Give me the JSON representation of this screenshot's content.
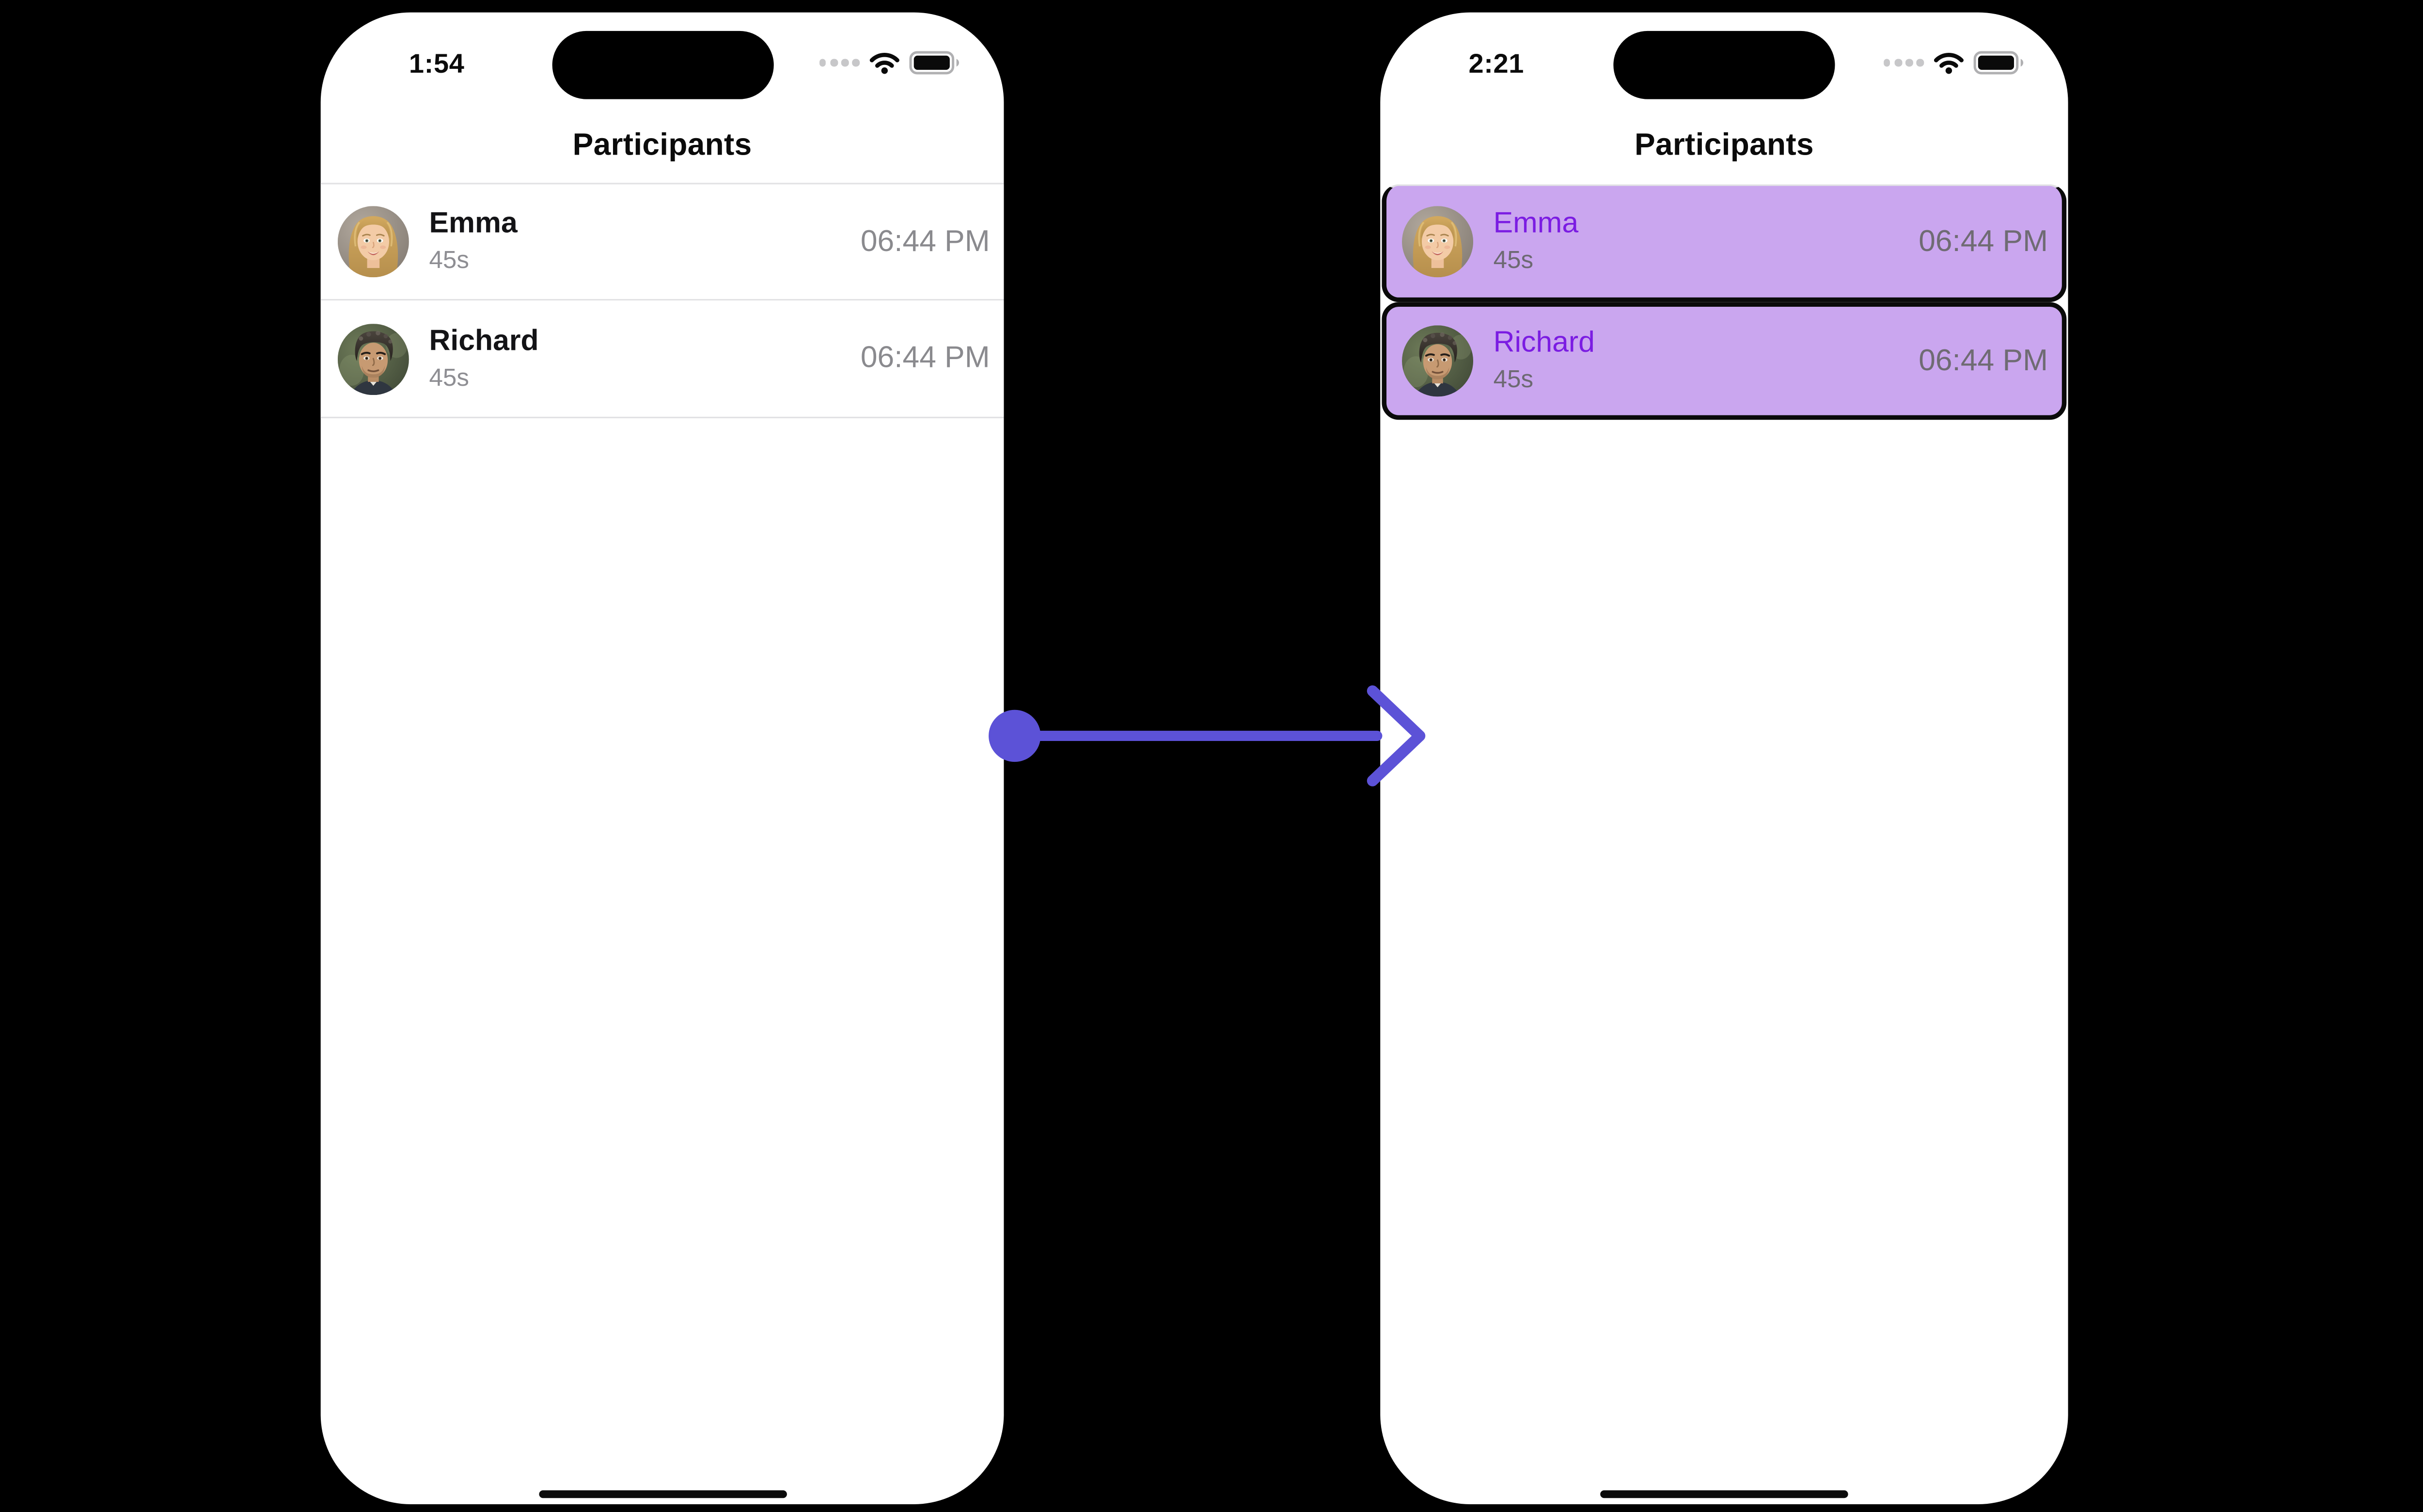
{
  "scene": {
    "background": "#000000"
  },
  "arrow": {
    "label": "transition-left-to-right",
    "color": "#5c52d7"
  },
  "phones": {
    "left": {
      "status": {
        "time": "1:54"
      },
      "title": "Participants",
      "rows": [
        {
          "name": "Emma",
          "duration": "45s",
          "time": "06:44 PM",
          "avatar": "emma-avatar"
        },
        {
          "name": "Richard",
          "duration": "45s",
          "time": "06:44 PM",
          "avatar": "richard-avatar"
        }
      ]
    },
    "right": {
      "status": {
        "time": "2:21"
      },
      "title": "Participants",
      "rows": [
        {
          "name": "Emma",
          "duration": "45s",
          "time": "06:44 PM",
          "avatar": "emma-avatar",
          "selected": true
        },
        {
          "name": "Richard",
          "duration": "45s",
          "time": "06:44 PM",
          "avatar": "richard-avatar",
          "selected": true
        }
      ]
    }
  },
  "icons": {
    "cellular": "cellular-dots-icon",
    "wifi": "wifi-icon",
    "battery": "battery-full-icon",
    "home": "home-indicator"
  },
  "colors": {
    "row_name": "#131316",
    "row_secondary": "#8e8e93",
    "row_time": "#8a8a8e",
    "separator": "#e2e2e4",
    "selected_row_bg": "#caa6ef",
    "selected_row_border": "#0a0a0a",
    "selected_name": "#7b1ce2",
    "selected_secondary": "#6d6972",
    "selected_time": "#6f6b73",
    "arrow": "#5c52d7"
  }
}
